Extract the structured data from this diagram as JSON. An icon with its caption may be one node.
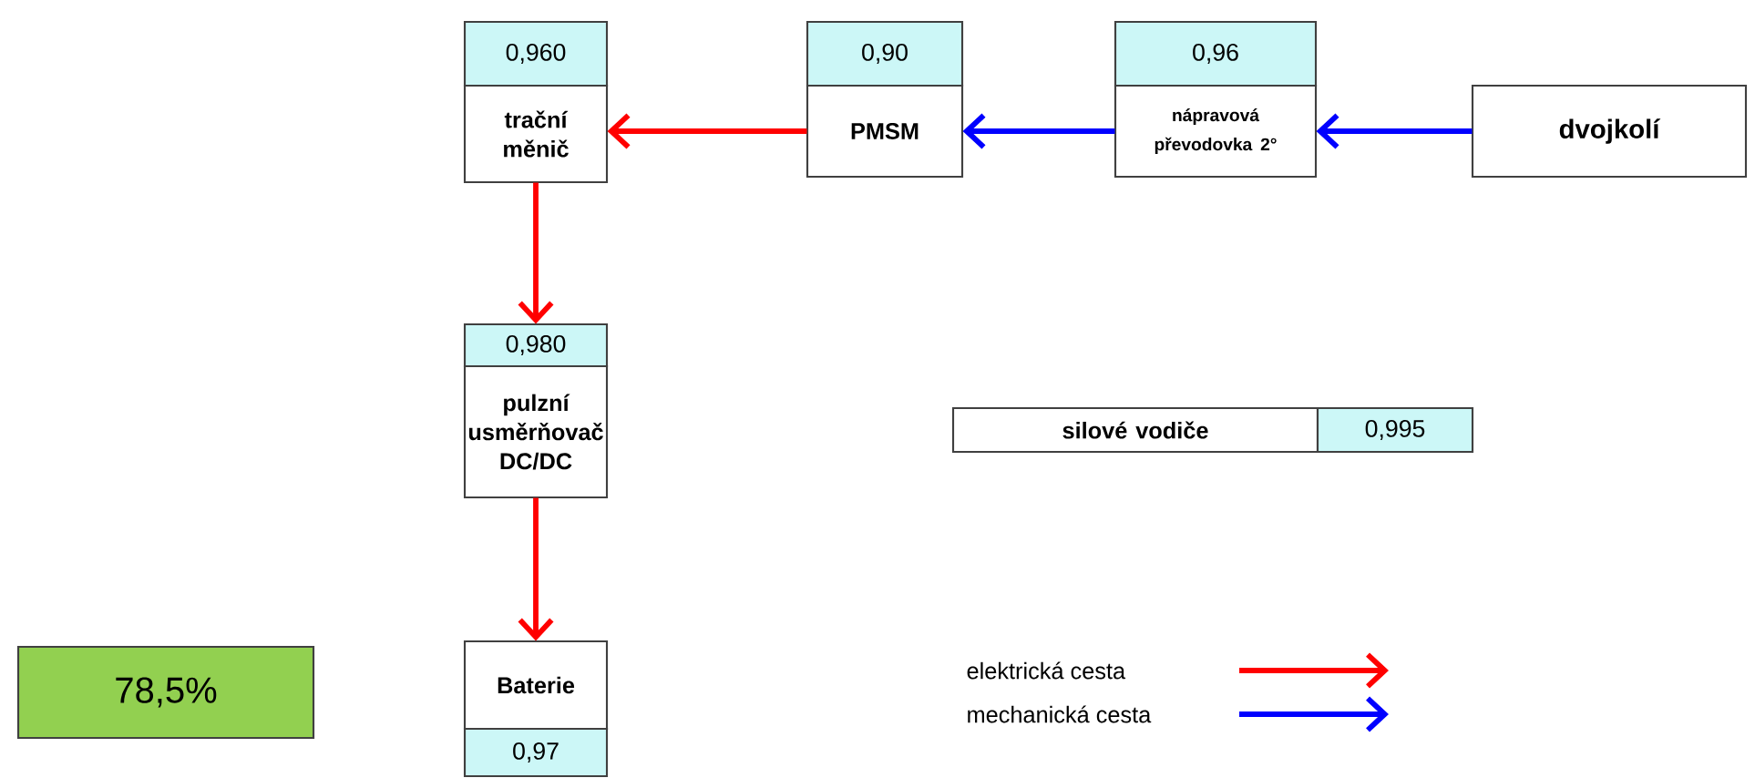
{
  "diagram": {
    "nodes": [
      {
        "text": [
          "0,960",
          "trační měnič"
        ]
      },
      {
        "text": [
          "0,90",
          "PMSM"
        ]
      },
      {
        "text": [
          "0,96",
          "nápravová převodovka 2°"
        ]
      },
      {
        "text": [
          "dvojkolí"
        ]
      },
      {
        "text": [
          "0,980",
          "pulzní usměrňovač DC/DC"
        ]
      },
      {
        "text": [
          "Baterie",
          "0,97"
        ]
      },
      {
        "text": [
          "silové vodiče",
          "0,995"
        ]
      },
      {
        "text": [
          "78,5%"
        ]
      }
    ],
    "edges": [
      {
        "from": 1,
        "to": 0,
        "arrow": "to"
      },
      {
        "from": 2,
        "to": 1,
        "arrow": "to",
        "color": "#0000ff"
      },
      {
        "from": 3,
        "to": 2,
        "arrow": "to",
        "color": "#0000ff"
      },
      {
        "from": 0,
        "to": 4,
        "arrow": "to"
      },
      {
        "from": 4,
        "to": 5,
        "arrow": "to"
      }
    ],
    "legend": [
      {
        "text": "elektrická cesta"
      },
      {
        "text": "mechanická cesta"
      }
    ]
  }
}
